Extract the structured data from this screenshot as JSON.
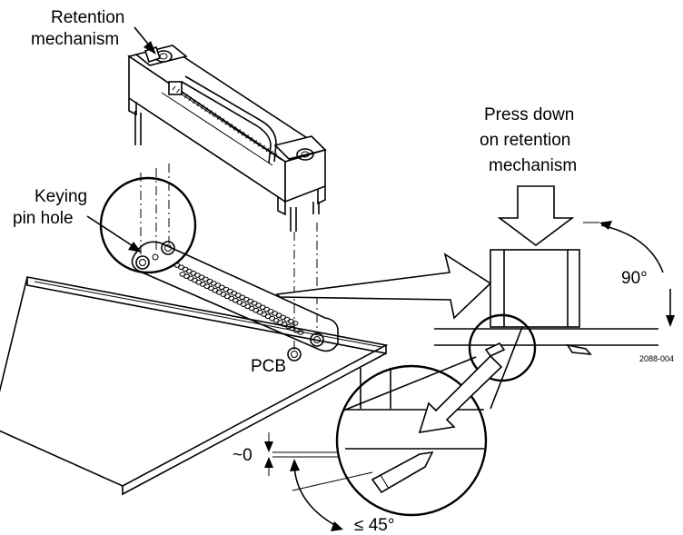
{
  "labels": {
    "retention_line1": "Retention",
    "retention_line2": "mechanism",
    "keying_line1": "Keying",
    "keying_line2": "pin hole",
    "press_line1": "Press down",
    "press_line2": "on retention",
    "press_line3": "mechanism",
    "pcb": "PCB",
    "angle_90": "90°",
    "approx_zero": "~0",
    "angle_45": "≤ 45°",
    "figure_id": "2088-004"
  }
}
